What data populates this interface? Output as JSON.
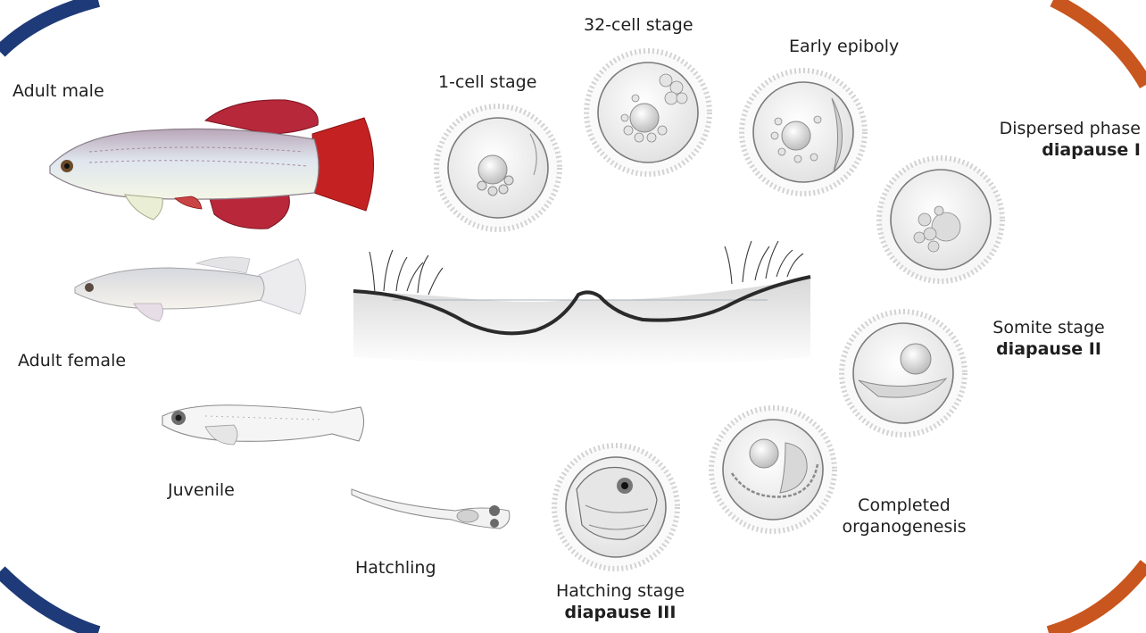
{
  "labels": {
    "adult_male": "Adult male",
    "adult_female": "Adult female",
    "juvenile": "Juvenile",
    "hatchling": "Hatchling",
    "one_cell": "1-cell stage",
    "thirty_two_cell": "32-cell stage",
    "early_epiboly": "Early epiboly",
    "dispersed_phase": "Dispersed phase",
    "diapause_1": "diapause I",
    "somite_stage": "Somite stage",
    "diapause_2": "diapause II",
    "completed": "Completed",
    "organogenesis": "organogenesis",
    "hatching_stage": "Hatching stage",
    "diapause_3": "diapause III"
  },
  "colors": {
    "left_arc": "#1e3a78",
    "right_arc": "#c8561e",
    "male_fin": "#c42222",
    "embryo_line": "#7a7a7a",
    "ground": "#2a2a2a"
  }
}
